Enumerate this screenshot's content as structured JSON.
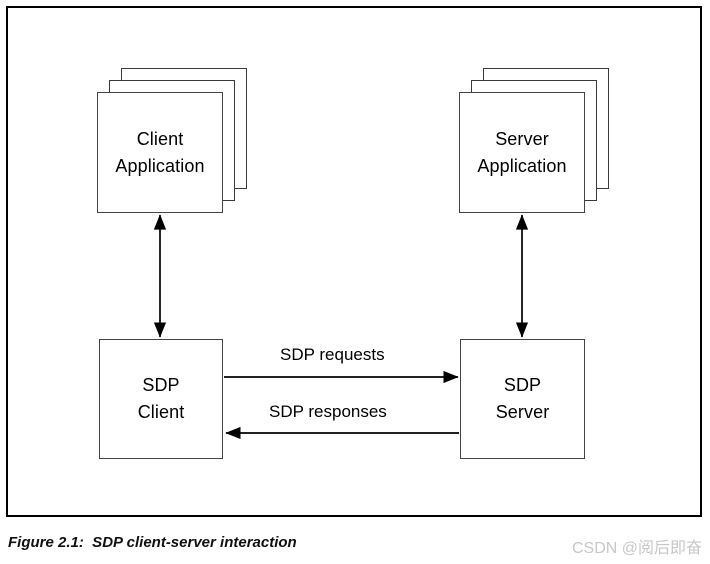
{
  "figure": {
    "caption": "Figure 2.1:  SDP client-server interaction",
    "watermark": "CSDN @阅后即奋",
    "frame_color": "#000000",
    "box_border_color": "#3a3a3a",
    "text_color": "#000000",
    "watermark_color": "#c8c8c8"
  },
  "diagram": {
    "type": "block-diagram",
    "nodes": [
      {
        "id": "client-application",
        "label": "Client\nApplication",
        "style": "stacked",
        "stack_count": 3
      },
      {
        "id": "server-application",
        "label": "Server\nApplication",
        "style": "stacked",
        "stack_count": 3
      },
      {
        "id": "sdp-client",
        "label": "SDP\nClient",
        "style": "single",
        "stack_count": 1
      },
      {
        "id": "sdp-server",
        "label": "SDP\nServer",
        "style": "single",
        "stack_count": 1
      }
    ],
    "edges": [
      {
        "id": "client-app-to-sdp-client",
        "from": "client-application",
        "to": "sdp-client",
        "label": "",
        "direction": "both",
        "orientation": "vertical"
      },
      {
        "id": "server-app-to-sdp-server",
        "from": "server-application",
        "to": "sdp-server",
        "label": "",
        "direction": "both",
        "orientation": "vertical"
      },
      {
        "id": "sdp-requests",
        "from": "sdp-client",
        "to": "sdp-server",
        "label": "SDP requests",
        "direction": "forward",
        "orientation": "horizontal"
      },
      {
        "id": "sdp-responses",
        "from": "sdp-server",
        "to": "sdp-client",
        "label": "SDP responses",
        "direction": "forward",
        "orientation": "horizontal"
      }
    ]
  }
}
